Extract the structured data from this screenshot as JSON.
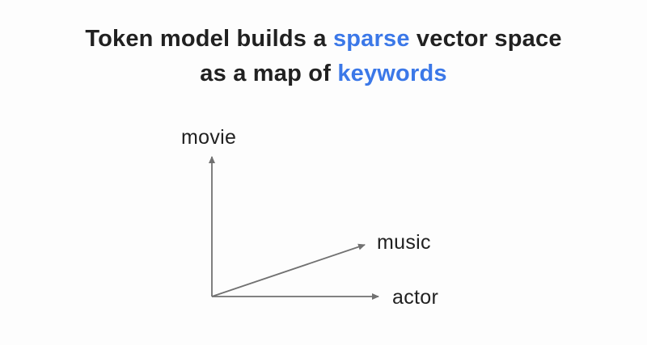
{
  "title": {
    "line1": [
      "Token model builds a ",
      "sparse",
      " vector space"
    ],
    "line2": [
      "as a map of ",
      "keywords"
    ]
  },
  "diagram": {
    "axes": [
      {
        "label": "movie",
        "direction": "up"
      },
      {
        "label": "music",
        "direction": "diagonal-up-right"
      },
      {
        "label": "actor",
        "direction": "right"
      }
    ]
  },
  "colors": {
    "accent": "#3b78e8",
    "arrow": "#717171",
    "text": "#212121",
    "background": "#fdfdfd"
  }
}
